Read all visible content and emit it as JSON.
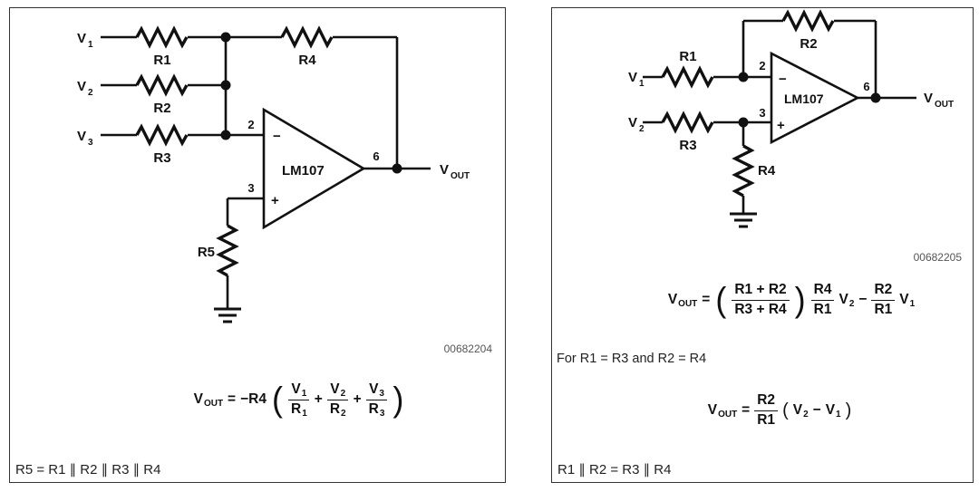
{
  "left_panel": {
    "circuit": {
      "v1_main": "V",
      "v1_sub": "1",
      "v2_main": "V",
      "v2_sub": "2",
      "v3_main": "V",
      "v3_sub": "3",
      "r1": "R1",
      "r2": "R2",
      "r3": "R3",
      "r4": "R4",
      "r5": "R5",
      "pin_inverting": "2",
      "pin_noninverting": "3",
      "pin_output": "6",
      "minus_sign": "−",
      "plus_sign": "+",
      "opamp_label": "LM107",
      "vout_main": "V",
      "vout_sub": "OUT",
      "figure_code": "00682204"
    },
    "formula": {
      "lhs_main": "V",
      "lhs_sub": "OUT",
      "eq": "=",
      "coeff": "−R4",
      "open_paren": "(",
      "close_paren": ")",
      "plus": "+",
      "terms": [
        {
          "num_main": "V",
          "num_sub": "1",
          "den_main": "R",
          "den_sub": "1"
        },
        {
          "num_main": "V",
          "num_sub": "2",
          "den_main": "R",
          "den_sub": "2"
        },
        {
          "num_main": "V",
          "num_sub": "3",
          "den_main": "R",
          "den_sub": "3"
        }
      ]
    },
    "caption": "R5 = R1 ∥ R2 ∥ R3 ∥ R4"
  },
  "right_panel": {
    "circuit": {
      "v1_main": "V",
      "v1_sub": "1",
      "v2_main": "V",
      "v2_sub": "2",
      "r1": "R1",
      "r2": "R2",
      "r3": "R3",
      "r4": "R4",
      "pin_inverting": "2",
      "pin_noninverting": "3",
      "pin_output": "6",
      "minus_sign": "−",
      "plus_sign": "+",
      "opamp_label": "LM107",
      "vout_main": "V",
      "vout_sub": "OUT",
      "figure_code": "00682205"
    },
    "formula1": {
      "lhs_main": "V",
      "lhs_sub": "OUT",
      "eq": "=",
      "open_paren": "(",
      "close_paren": ")",
      "frac1_num": "R1 + R2",
      "frac1_den": "R3 + R4",
      "frac2_num": "R4",
      "frac2_den": "R1",
      "v2_main": "V",
      "v2_sub": "2",
      "minus": "−",
      "frac3_num": "R2",
      "frac3_den": "R1",
      "v1_main": "V",
      "v1_sub": "1"
    },
    "condition": "For R1 = R3 and R2 = R4",
    "formula2": {
      "lhs_main": "V",
      "lhs_sub": "OUT",
      "eq": "=",
      "frac_num": "R2",
      "frac_den": "R1",
      "open_paren": "(",
      "close_paren": ")",
      "v2_main": "V",
      "v2_sub": "2",
      "minus": "−",
      "v1_main": "V",
      "v1_sub": "1"
    },
    "caption": "R1 ∥ R2 = R3 ∥ R4"
  }
}
